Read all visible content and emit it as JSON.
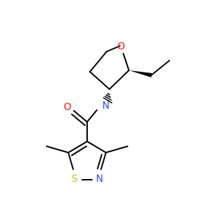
{
  "molecule": {
    "atoms": [
      {
        "id": "O_ring",
        "symbol": "O",
        "color": "#ff0d0d"
      },
      {
        "id": "N_amide",
        "symbol": "N",
        "color": "#3050f8"
      },
      {
        "id": "O_carbonyl",
        "symbol": "O",
        "color": "#ff0d0d"
      },
      {
        "id": "S_ring",
        "symbol": "S",
        "color": "#c6c62c"
      },
      {
        "id": "N_ring",
        "symbol": "N",
        "color": "#3050f8"
      }
    ],
    "bond_color": "#000000"
  }
}
